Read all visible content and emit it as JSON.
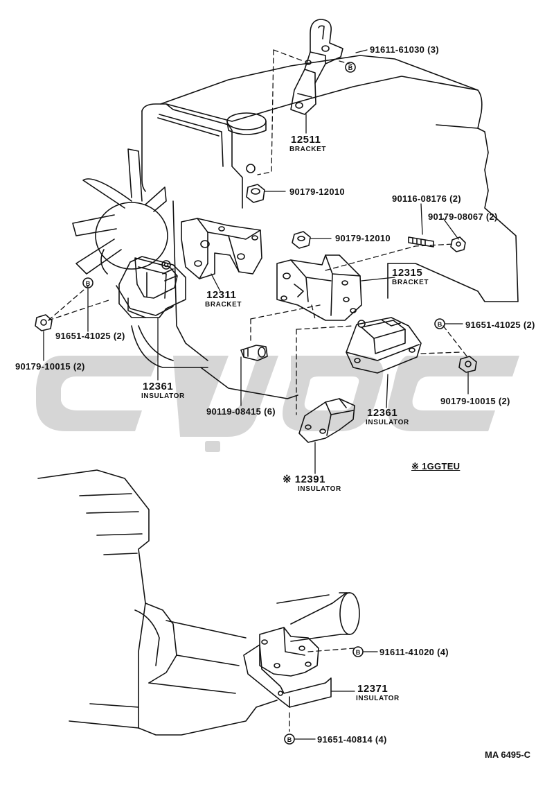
{
  "callouts": {
    "p12511": {
      "number": "12511",
      "name": "BRACKET"
    },
    "p91611_61030": {
      "number": "91611-61030 (3)"
    },
    "p90179_12010_a": {
      "number": "90179-12010"
    },
    "p90116_08176": {
      "number": "90116-08176 (2)"
    },
    "p90179_08067": {
      "number": "90179-08067 (2)"
    },
    "p90179_12010_b": {
      "number": "90179-12010"
    },
    "p12311": {
      "number": "12311",
      "name": "BRACKET"
    },
    "p12315": {
      "number": "12315",
      "name": "BRACKET"
    },
    "p91651_41025_left": {
      "number": "91651-41025 (2)"
    },
    "p90179_10015_left": {
      "number": "90179-10015 (2)"
    },
    "p12361_left": {
      "number": "12361",
      "name": "INSULATOR"
    },
    "p91651_41025_right": {
      "number": "91651-41025 (2)"
    },
    "p90179_10015_right": {
      "number": "90179-10015 (2)"
    },
    "p12361_right": {
      "number": "12361",
      "name": "INSULATOR"
    },
    "p90119_08415": {
      "number": "90119-08415 (6)"
    },
    "p12391": {
      "number": "※ 12391",
      "name": "INSULATOR"
    },
    "note_1ggteu": {
      "text": "※ 1GGTEU"
    },
    "p91611_41020": {
      "number": "91611-41020 (4)"
    },
    "p12371": {
      "number": "12371",
      "name": "INSULATOR"
    },
    "p91651_40814": {
      "number": "91651-40814 (4)"
    },
    "diagram_ref": {
      "text": "MA 6495-C"
    }
  },
  "bolt_marker": "B",
  "colors": {
    "line": "#111111",
    "watermark": "#cfcfcf",
    "background": "#ffffff"
  },
  "icons": [
    "bolt-b-icon",
    "nut-icon",
    "stud-icon",
    "engine-outline",
    "transmission-outline",
    "fan-icon"
  ]
}
